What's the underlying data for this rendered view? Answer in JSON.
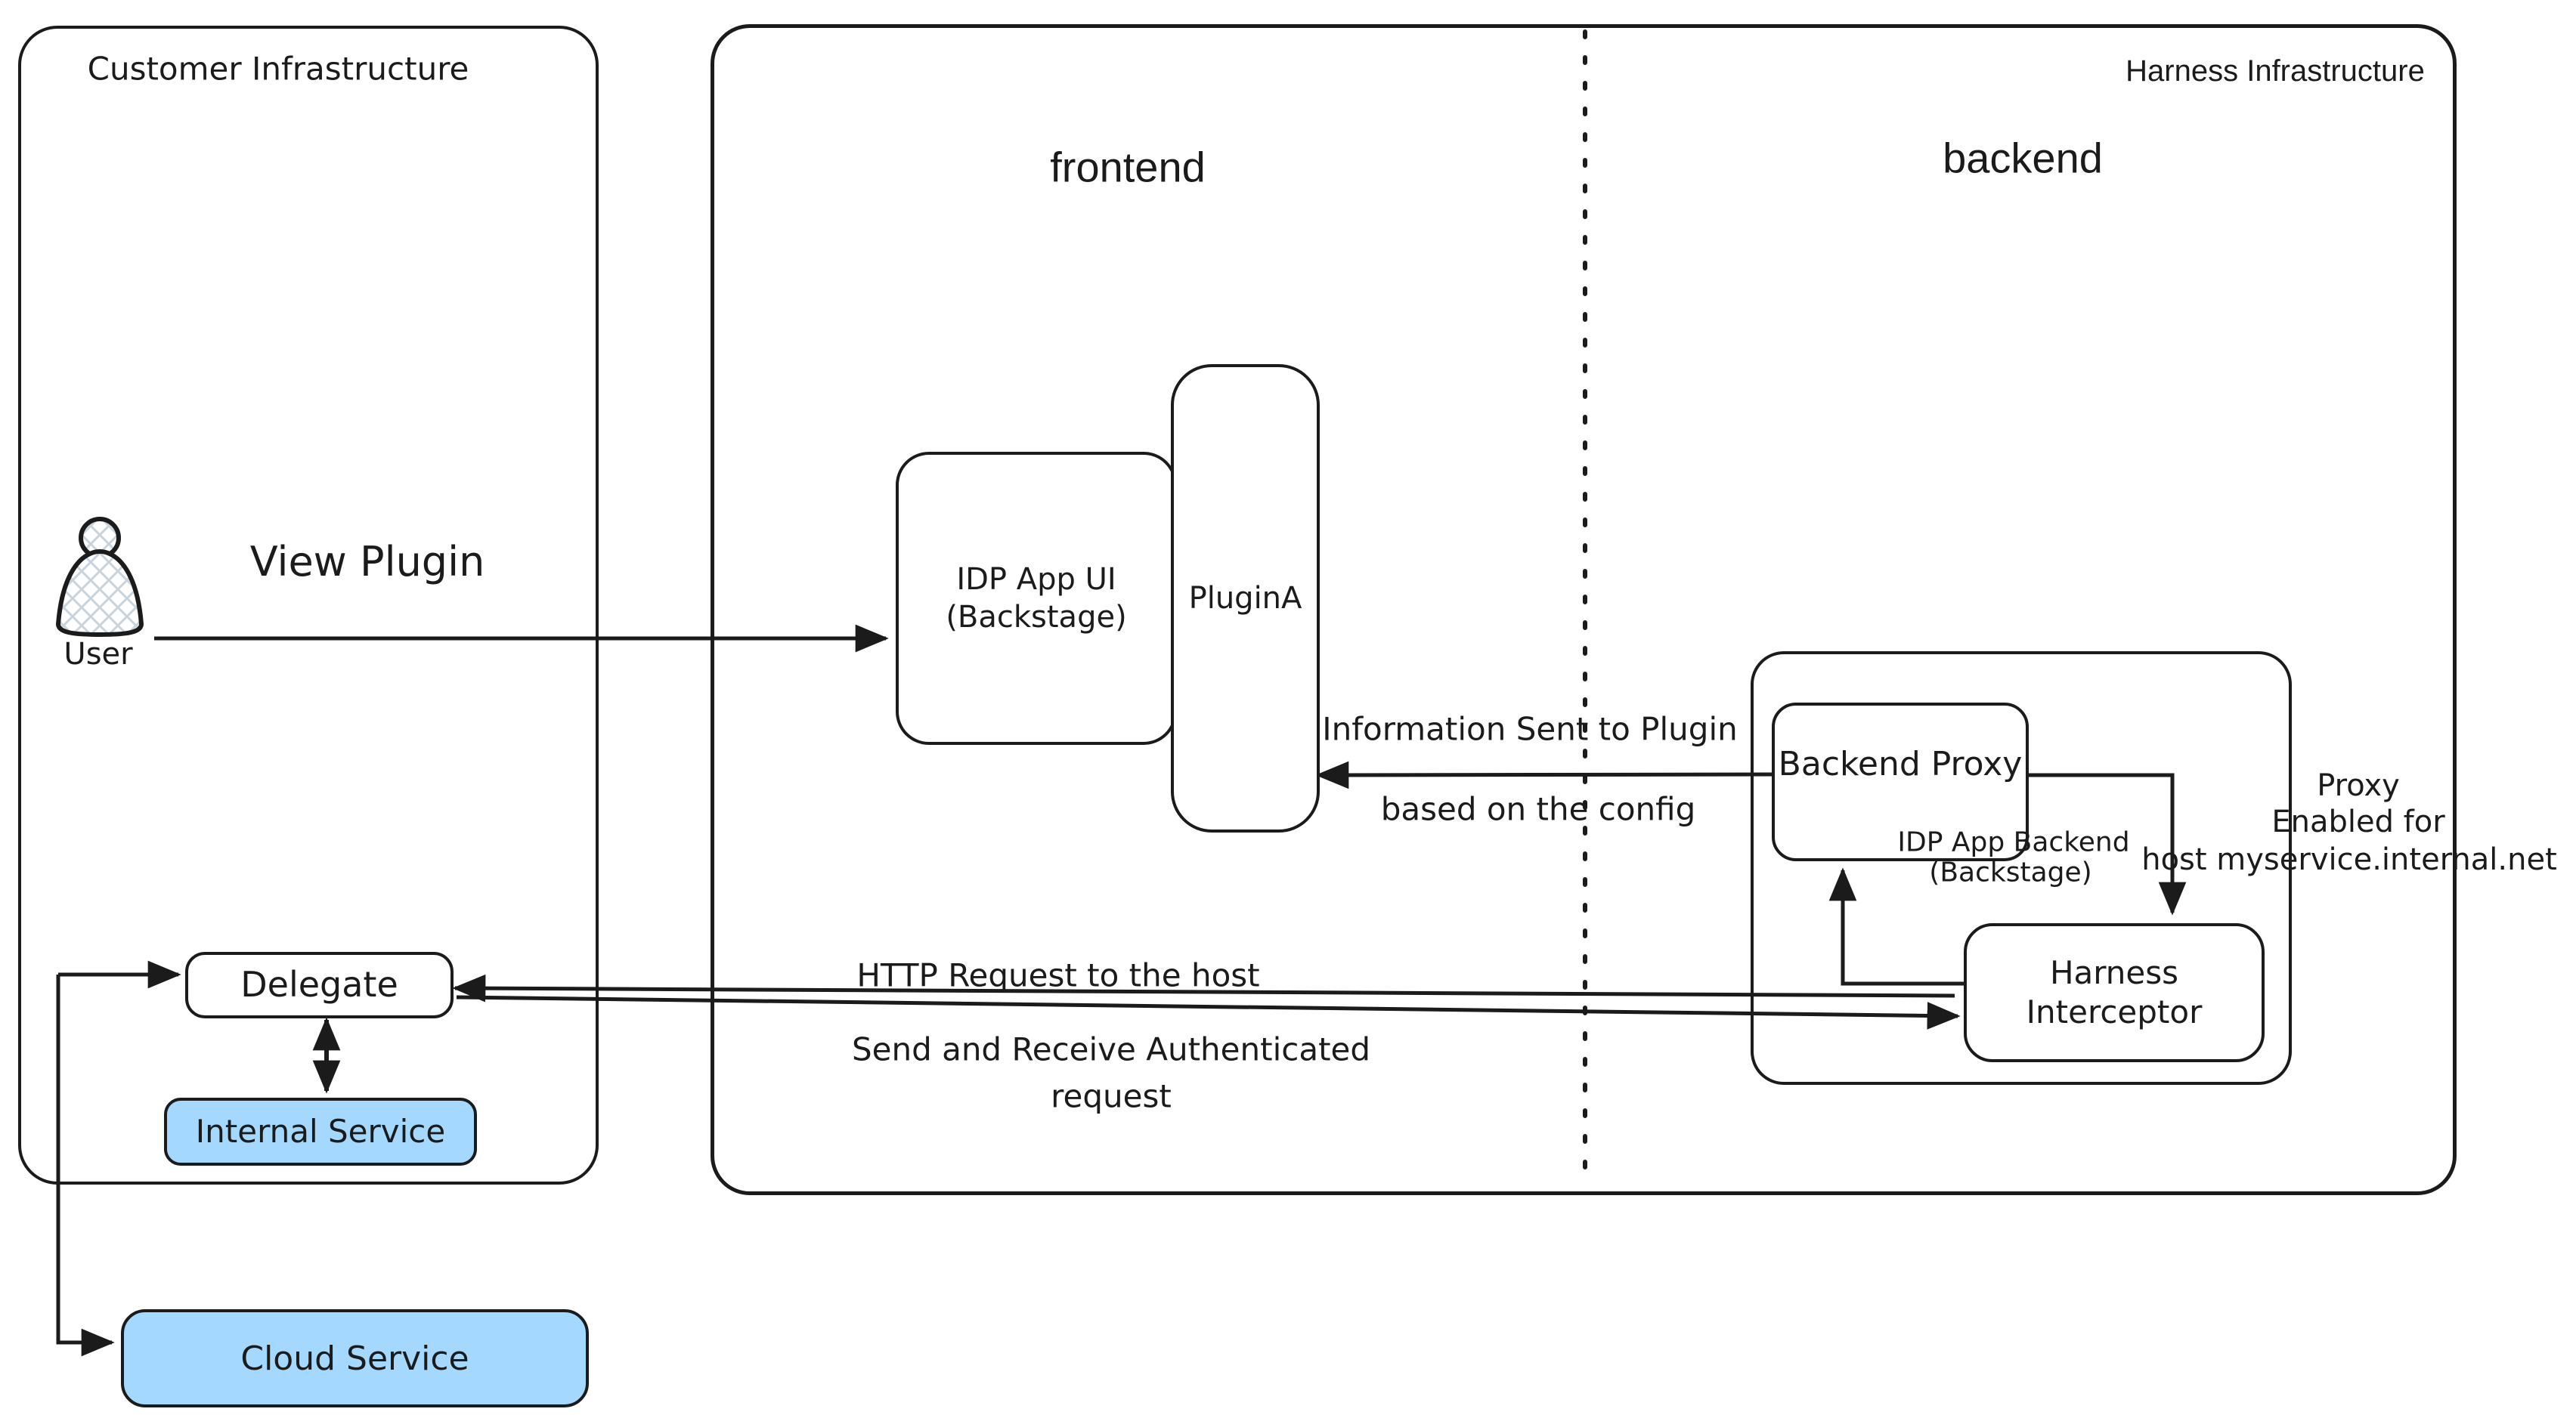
{
  "diagram": {
    "regions": {
      "customer": {
        "title": "Customer Infrastructure"
      },
      "harness": {
        "title": "Harness Infrastructure",
        "frontend_label": "frontend",
        "backend_label": "backend"
      }
    },
    "nodes": {
      "user": {
        "label": "User"
      },
      "idp_app_ui": {
        "line1": "IDP App UI",
        "line2": "(Backstage)"
      },
      "plugin_a": {
        "label": "PluginA"
      },
      "backend_proxy": {
        "label": "Backend Proxy"
      },
      "harness_interceptor": {
        "line1": "Harness",
        "line2": "Interceptor"
      },
      "delegate": {
        "label": "Delegate"
      },
      "internal_service": {
        "label": "Internal Service"
      },
      "cloud_service": {
        "label": "Cloud Service"
      }
    },
    "edge_labels": {
      "view_plugin": "View Plugin",
      "info_sent_line1": "Information Sent to Plugin",
      "info_sent_line2": "based on the config",
      "idp_app_backend_line1": "IDP App Backend",
      "idp_app_backend_line2": "(Backstage)",
      "proxy_enabled_line1": "Proxy",
      "proxy_enabled_line2": "Enabled for",
      "proxy_enabled_line3": "host myservice.internal.net",
      "http_request": "HTTP Request to the host",
      "send_receive_line1": "Send and Receive Authenticated",
      "send_receive_line2": "request"
    },
    "colors": {
      "stroke": "#1b1b1b",
      "service_fill": "#a5d8ff",
      "background": "#ffffff"
    }
  }
}
